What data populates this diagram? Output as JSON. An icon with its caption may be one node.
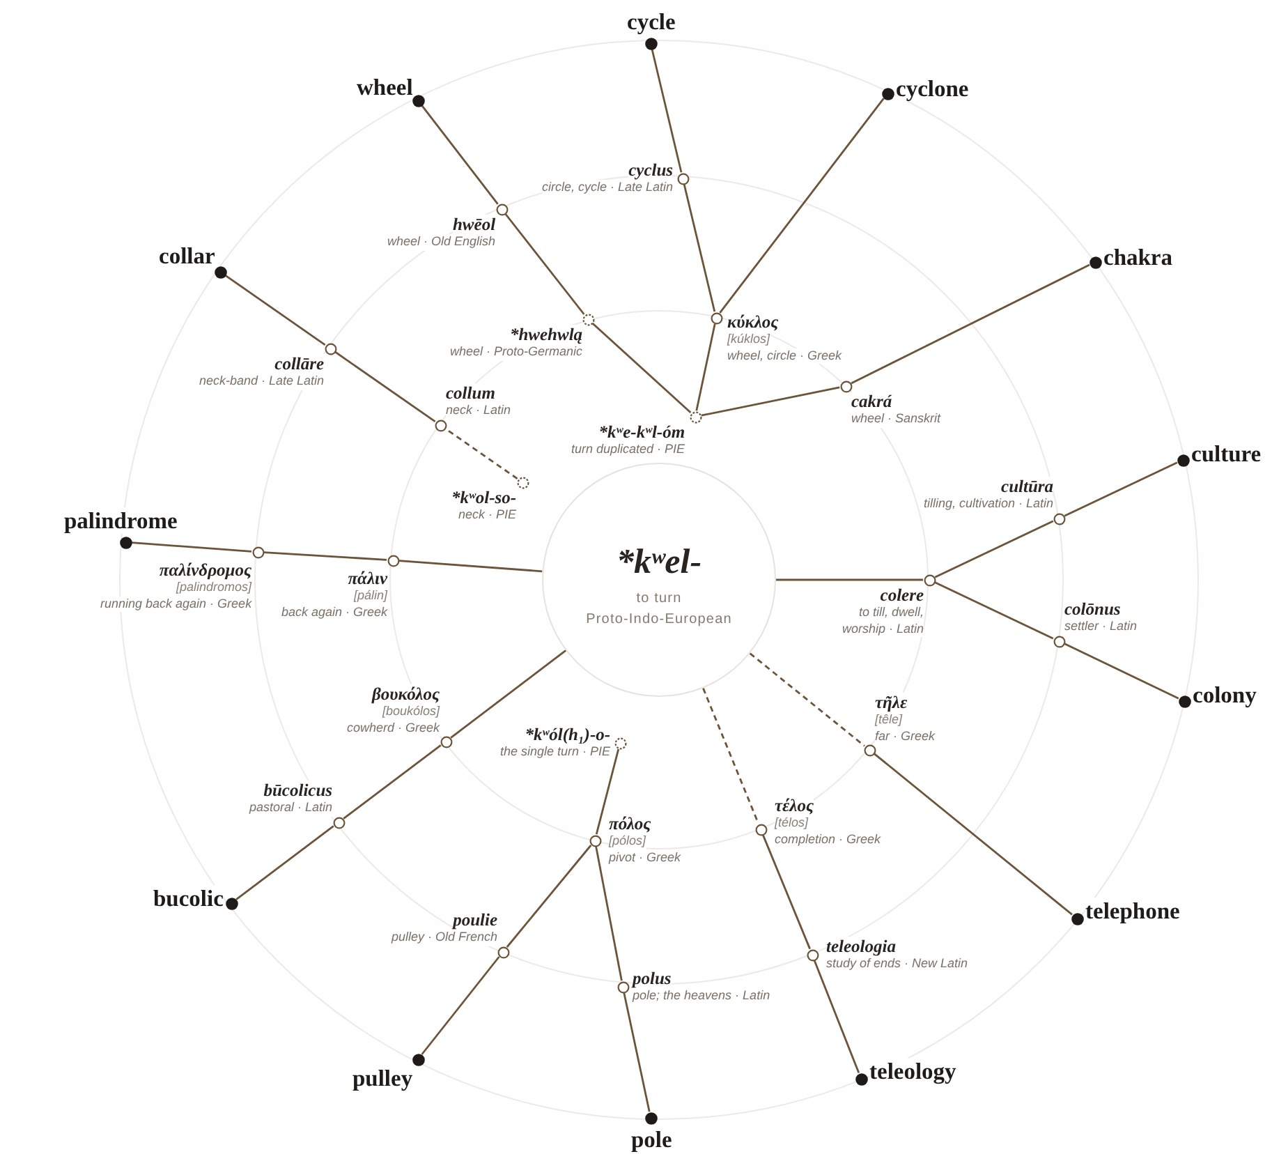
{
  "diagram": {
    "nodes": [
      {
        "text": [
          "*kʷel-",
          "to turn",
          "Proto-Indo-European"
        ]
      },
      {
        "text": [
          "*kʷe-kʷl-óm",
          "turn duplicated · PIE"
        ]
      },
      {
        "text": [
          "*hwehwlą",
          "wheel · Proto-Germanic"
        ]
      },
      {
        "text": [
          "hwēol",
          "wheel · Old English"
        ]
      },
      {
        "text": [
          "wheel"
        ]
      },
      {
        "text": [
          "κύκλος",
          "[kúklos]",
          "wheel, circle · Greek"
        ]
      },
      {
        "text": [
          "cyclus",
          "circle, cycle · Late Latin"
        ]
      },
      {
        "text": [
          "cycle"
        ]
      },
      {
        "text": [
          "cyclone"
        ]
      },
      {
        "text": [
          "cakrá",
          "wheel · Sanskrit"
        ]
      },
      {
        "text": [
          "chakra"
        ]
      },
      {
        "text": [
          "colere",
          "to till, dwell, worship · Latin"
        ]
      },
      {
        "text": [
          "cultūra",
          "tilling, cultivation · Latin"
        ]
      },
      {
        "text": [
          "culture"
        ]
      },
      {
        "text": [
          "colōnus",
          "settler · Latin"
        ]
      },
      {
        "text": [
          "colony"
        ]
      },
      {
        "text": [
          "τῆλε",
          "[têle]",
          "far · Greek"
        ]
      },
      {
        "text": [
          "telephone"
        ]
      },
      {
        "text": [
          "τέλος",
          "[télos]",
          "completion · Greek"
        ]
      },
      {
        "text": [
          "teleologia",
          "study of ends · New Latin"
        ]
      },
      {
        "text": [
          "teleology"
        ]
      },
      {
        "text": [
          "*kʷól(h₁)-o-",
          "the single turn · PIE"
        ]
      },
      {
        "text": [
          "πόλος",
          "[pólos]",
          "pivot · Greek"
        ]
      },
      {
        "text": [
          "poulie",
          "pulley · Old French"
        ]
      },
      {
        "text": [
          "pulley"
        ]
      },
      {
        "text": [
          "polus",
          "pole; the heavens · Latin"
        ]
      },
      {
        "text": [
          "pole"
        ]
      },
      {
        "text": [
          "βουκόλος",
          "[boukólos]",
          "cowherd · Greek"
        ]
      },
      {
        "text": [
          "būcolicus",
          "pastoral · Latin"
        ]
      },
      {
        "text": [
          "bucolic"
        ]
      },
      {
        "text": [
          "πάλιν",
          "[pálin]",
          "back again · Greek"
        ]
      },
      {
        "text": [
          "παλίνδρομος",
          "[palindromos]",
          "running back again · Greek"
        ]
      },
      {
        "text": [
          "palindrome"
        ]
      },
      {
        "text": [
          "*kʷol-so-",
          "neck · PIE"
        ]
      },
      {
        "text": [
          "collum",
          "neck · Latin"
        ]
      },
      {
        "text": [
          "collāre",
          "neck-band · Late Latin"
        ]
      },
      {
        "text": [
          "collar"
        ]
      }
    ],
    "edges": [
      {
        "from": 1,
        "to": 2,
        "arrow": "none"
      },
      {
        "from": 2,
        "to": 3,
        "arrow": "none"
      },
      {
        "from": 3,
        "to": 4,
        "arrow": "none"
      },
      {
        "from": 1,
        "to": 5,
        "arrow": "none"
      },
      {
        "from": 5,
        "to": 6,
        "arrow": "none"
      },
      {
        "from": 6,
        "to": 7,
        "arrow": "none"
      },
      {
        "from": 5,
        "to": 8,
        "arrow": "none"
      },
      {
        "from": 1,
        "to": 9,
        "arrow": "none"
      },
      {
        "from": 9,
        "to": 10,
        "arrow": "none"
      },
      {
        "from": 0,
        "to": 11,
        "arrow": "none"
      },
      {
        "from": 11,
        "to": 12,
        "arrow": "none"
      },
      {
        "from": 12,
        "to": 13,
        "arrow": "none"
      },
      {
        "from": 11,
        "to": 14,
        "arrow": "none"
      },
      {
        "from": 14,
        "to": 15,
        "arrow": "none"
      },
      {
        "from": 0,
        "to": 16,
        "arrow": "none",
        "style": "dashed"
      },
      {
        "from": 16,
        "to": 17,
        "arrow": "none"
      },
      {
        "from": 0,
        "to": 18,
        "arrow": "none",
        "style": "dashed"
      },
      {
        "from": 18,
        "to": 19,
        "arrow": "none"
      },
      {
        "from": 19,
        "to": 20,
        "arrow": "none"
      },
      {
        "from": 21,
        "to": 22,
        "arrow": "none"
      },
      {
        "from": 22,
        "to": 23,
        "arrow": "none"
      },
      {
        "from": 23,
        "to": 24,
        "arrow": "none"
      },
      {
        "from": 22,
        "to": 25,
        "arrow": "none"
      },
      {
        "from": 25,
        "to": 26,
        "arrow": "none"
      },
      {
        "from": 0,
        "to": 27,
        "arrow": "none"
      },
      {
        "from": 27,
        "to": 28,
        "arrow": "none"
      },
      {
        "from": 28,
        "to": 29,
        "arrow": "none"
      },
      {
        "from": 0,
        "to": 30,
        "arrow": "none"
      },
      {
        "from": 30,
        "to": 31,
        "arrow": "none"
      },
      {
        "from": 31,
        "to": 32,
        "arrow": "none"
      },
      {
        "from": 33,
        "to": 34,
        "arrow": "none",
        "style": "dashed"
      },
      {
        "from": 34,
        "to": 35,
        "arrow": "none"
      },
      {
        "from": 35,
        "to": 36,
        "arrow": "none"
      }
    ]
  }
}
